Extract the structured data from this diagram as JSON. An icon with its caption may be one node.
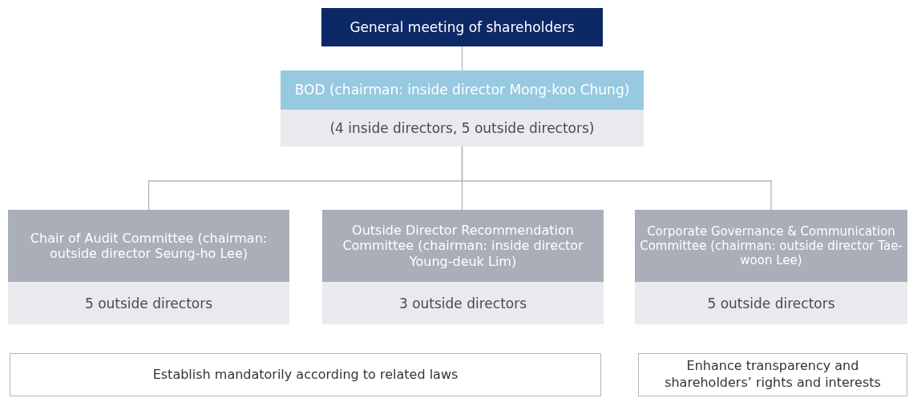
{
  "diagram": {
    "nodes": [
      {
        "text": [
          "General meeting of shareholders"
        ]
      },
      {
        "text": [
          "BOD (chairman: inside director Mong-koo Chung)",
          "(4 inside directors, 5 outside directors)"
        ]
      },
      {
        "text": [
          "Chair of Audit Committee (chairman: outside director Seung-ho Lee)",
          "5 outside directors"
        ]
      },
      {
        "text": [
          "Outside Director Recommendation Committee (chairman: inside director Young-deuk Lim)",
          "3 outside directors"
        ]
      },
      {
        "text": [
          "Corporate Governance & Communication Committee (chairman: outside director Tae-woon Lee)",
          "5 outside directors"
        ]
      },
      {
        "text": [
          "Establish mandatorily according to related laws"
        ]
      },
      {
        "text": [
          "Enhance transparency and shareholders’ rights and interests"
        ]
      }
    ],
    "edges": [
      {
        "from": 0,
        "to": 1,
        "arrow": "none"
      },
      {
        "from": 1,
        "to": 2,
        "arrow": "none"
      },
      {
        "from": 1,
        "to": 3,
        "arrow": "none"
      },
      {
        "from": 1,
        "to": 4,
        "arrow": "none"
      }
    ]
  }
}
